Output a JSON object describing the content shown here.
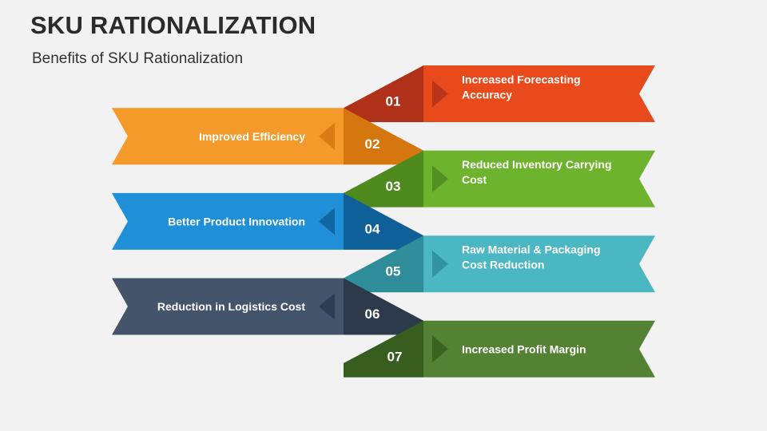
{
  "header": {
    "title": "SKU RATIONALIZATION",
    "subtitle": "Benefits of SKU Rationalization"
  },
  "items": [
    {
      "num": "01",
      "side": "right",
      "lines": [
        "Increased Forecasting",
        "Accuracy"
      ],
      "color": "#e84a1c",
      "fold": "#b0311a"
    },
    {
      "num": "02",
      "side": "left",
      "lines": [
        "Improved Efficiency"
      ],
      "color": "#f39a2b",
      "fold": "#d6760f"
    },
    {
      "num": "03",
      "side": "right",
      "lines": [
        "Reduced Inventory Carrying",
        "Cost"
      ],
      "color": "#6db32d",
      "fold": "#4f8a1e"
    },
    {
      "num": "04",
      "side": "left",
      "lines": [
        "Better Product Innovation"
      ],
      "color": "#1f8fd8",
      "fold": "#0f5f98"
    },
    {
      "num": "05",
      "side": "right",
      "lines": [
        "Raw Material & Packaging",
        "Cost Reduction"
      ],
      "color": "#4bb7c2",
      "fold": "#2e8d98"
    },
    {
      "num": "06",
      "side": "left",
      "lines": [
        "Reduction in Logistics Cost"
      ],
      "color": "#44546a",
      "fold": "#2c3a4b"
    },
    {
      "num": "07",
      "side": "right",
      "lines": [
        "Increased Profit Margin"
      ],
      "color": "#548235",
      "fold": "#375d1f"
    }
  ]
}
